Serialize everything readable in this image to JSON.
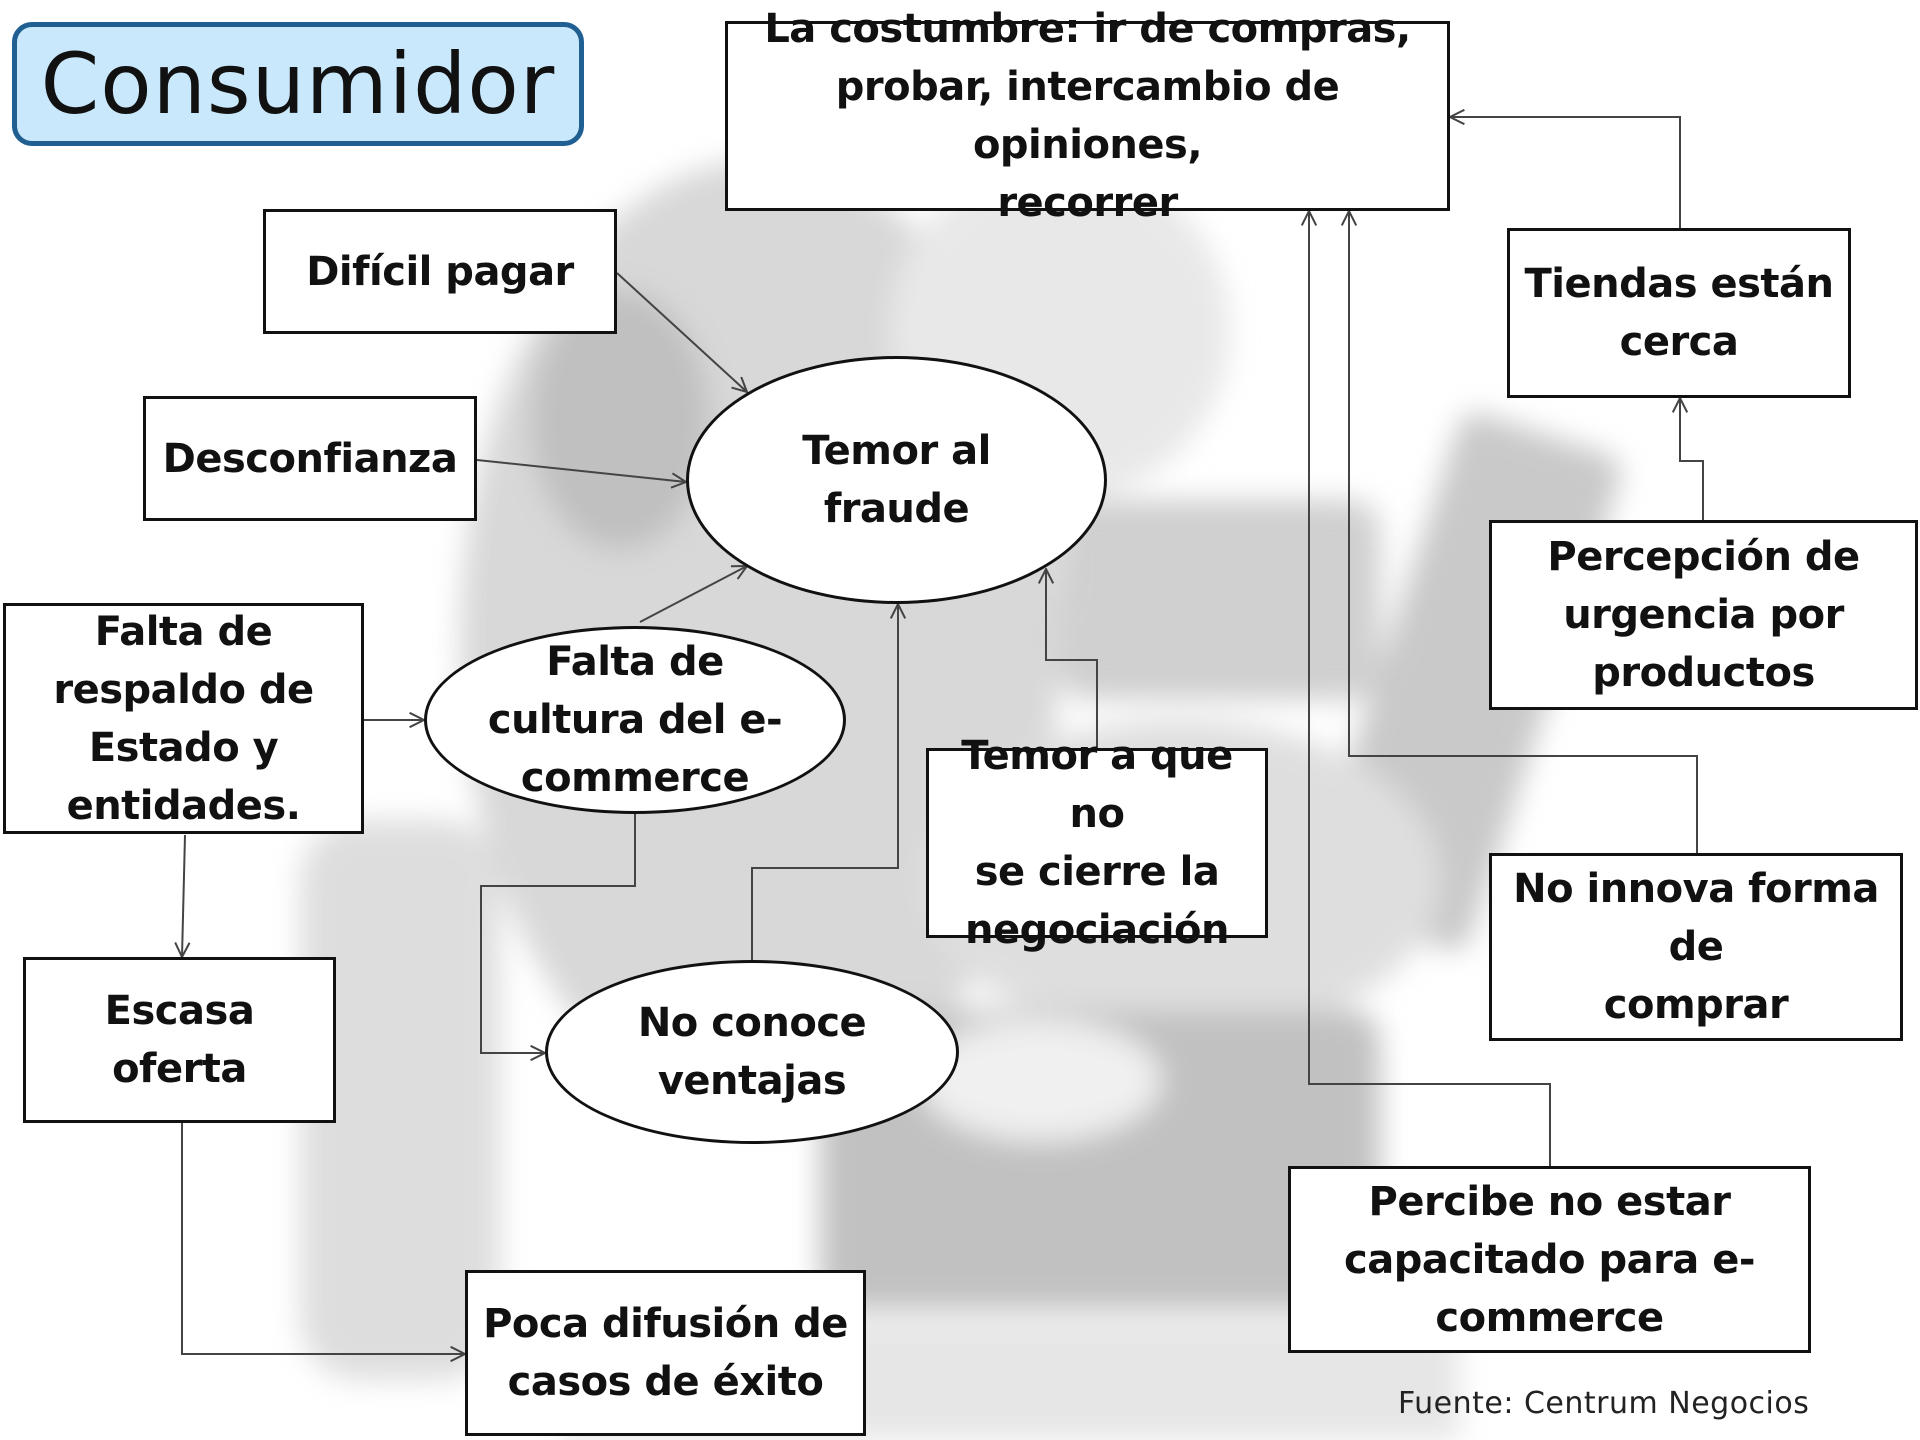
{
  "title": "Consumidor",
  "source": "Fuente: Centrum Negocios",
  "nodes": {
    "costumbre": "La costumbre: ir de compras,\nprobar, intercambio de opiniones,\nrecorrer",
    "dificil_pagar": "Difícil pagar",
    "desconfianza": "Desconfianza",
    "temor_fraude": "Temor al\nfraude",
    "falta_respaldo": "Falta de\nrespaldo de\nEstado y\nentidades.",
    "falta_cultura": "Falta de\ncultura del e-\ncommerce",
    "temor_negociacion": "Temor a que no\nse cierre la\nnegociación",
    "tiendas_cerca": "Tiendas están\ncerca",
    "percepcion_urgencia": "Percepción de\nurgencia por\nproductos",
    "no_innova": "No innova forma de\ncomprar",
    "escasa_oferta": "Escasa oferta",
    "no_conoce": "No conoce\nventajas",
    "poca_difusion": "Poca difusión de\ncasos de éxito",
    "percibe_no_capacitado": "Percibe no estar\ncapacitado para e-\ncommerce"
  }
}
